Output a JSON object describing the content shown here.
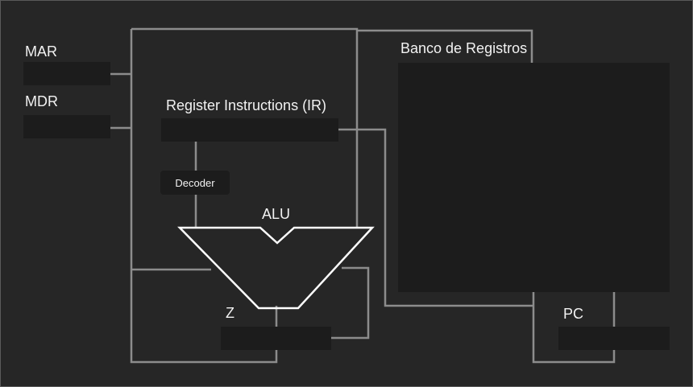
{
  "labels": {
    "mar": "MAR",
    "mdr": "MDR",
    "ir": "Register Instructions (IR)",
    "decoder": "Decoder",
    "alu": "ALU",
    "z": "Z",
    "bank": "Banco de Registros",
    "pc": "PC"
  },
  "colors": {
    "background": "#262626",
    "register_box": "#1c1c1c",
    "wire": "#8c8c8c",
    "alu_outline": "#ffffff",
    "text": "#f2f2f2"
  }
}
